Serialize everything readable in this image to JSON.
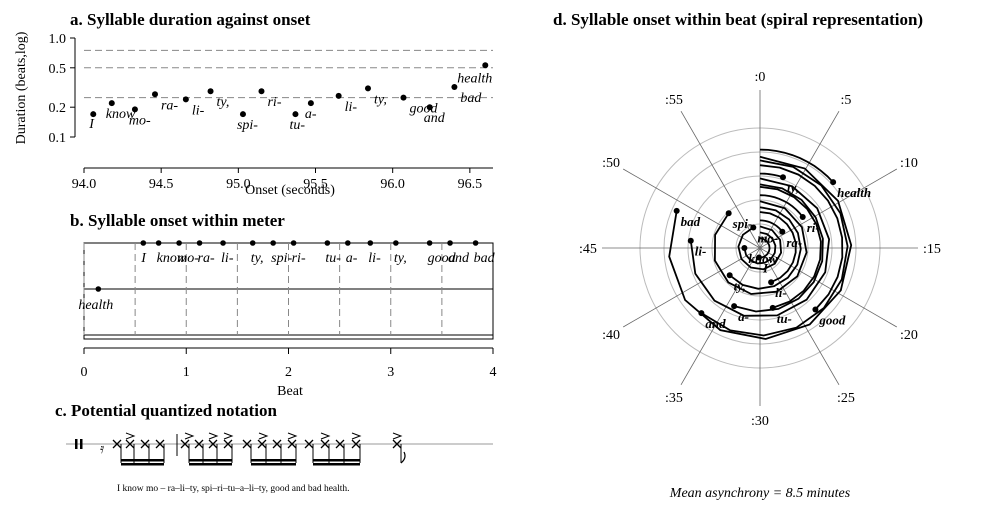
{
  "chart_data": [
    {
      "id": "a",
      "type": "scatter",
      "title": "a. Syllable duration against onset",
      "xlabel": "Onset (seconds)",
      "ylabel": "Duration (beats,log)",
      "xlim": [
        94.0,
        96.65
      ],
      "ylim": [
        0.1,
        1.0
      ],
      "yscale": "log",
      "xticks": [
        "94.0",
        "94.5",
        "95.0",
        "95.5",
        "96.0",
        "96.5"
      ],
      "yticks": [
        "0.1",
        "0.2",
        "0.5",
        "1.0"
      ],
      "reference_lines": [
        0.25,
        0.5,
        0.75
      ],
      "points": [
        {
          "label": "I",
          "x": 94.06,
          "y": 0.17
        },
        {
          "label": "know",
          "x": 94.18,
          "y": 0.22
        },
        {
          "label": "mo-",
          "x": 94.33,
          "y": 0.19
        },
        {
          "label": "ra-",
          "x": 94.46,
          "y": 0.27
        },
        {
          "label": "li-",
          "x": 94.66,
          "y": 0.24
        },
        {
          "label": "ty,",
          "x": 94.82,
          "y": 0.29
        },
        {
          "label": "spi-",
          "x": 95.03,
          "y": 0.17
        },
        {
          "label": "ri-",
          "x": 95.15,
          "y": 0.29
        },
        {
          "label": "tu-",
          "x": 95.37,
          "y": 0.17
        },
        {
          "label": "a-",
          "x": 95.47,
          "y": 0.22
        },
        {
          "label": "li-",
          "x": 95.65,
          "y": 0.26
        },
        {
          "label": "ty,",
          "x": 95.84,
          "y": 0.31
        },
        {
          "label": "good",
          "x": 96.07,
          "y": 0.25
        },
        {
          "label": "and",
          "x": 96.24,
          "y": 0.2
        },
        {
          "label": "bad",
          "x": 96.4,
          "y": 0.32
        },
        {
          "label": "health",
          "x": 96.6,
          "y": 0.53
        }
      ]
    },
    {
      "id": "b",
      "type": "scatter",
      "title": "b. Syllable onset within meter",
      "xlabel": "Beat",
      "xlim": [
        0,
        4
      ],
      "xticks": [
        "0",
        "1",
        "2",
        "3",
        "4"
      ],
      "rows": [
        {
          "points": [
            {
              "label": "I",
              "x": 0.58
            },
            {
              "label": "know",
              "x": 0.73
            },
            {
              "label": "mo-",
              "x": 0.93
            },
            {
              "label": "ra-",
              "x": 1.13
            },
            {
              "label": "li-",
              "x": 1.36
            },
            {
              "label": "ty,",
              "x": 1.65
            },
            {
              "label": "spi-",
              "x": 1.85
            },
            {
              "label": "ri-",
              "x": 2.05
            },
            {
              "label": "tu-",
              "x": 2.38
            },
            {
              "label": "a-",
              "x": 2.58
            },
            {
              "label": "li-",
              "x": 2.8
            },
            {
              "label": "ty,",
              "x": 3.05
            },
            {
              "label": "good",
              "x": 3.38
            },
            {
              "label": "and",
              "x": 3.58
            },
            {
              "label": "bad",
              "x": 3.83
            }
          ]
        },
        {
          "points": [
            {
              "label": "health",
              "x": 0.14
            }
          ]
        }
      ]
    },
    {
      "id": "d",
      "type": "scatter",
      "title": "d. Syllable onset within beat (spiral representation)",
      "clock_labels": [
        ":0",
        ":5",
        ":10",
        ":15",
        ":20",
        ":25",
        ":30",
        ":35",
        ":40",
        ":45",
        ":50",
        ":55"
      ],
      "annotation": "Mean asynchrony = 8.5 minutes",
      "points": [
        {
          "label": "I",
          "minute": 31,
          "ring": 0.4
        },
        {
          "label": "know",
          "minute": 45,
          "ring": 0.65
        },
        {
          "label": "mo-",
          "minute": 57,
          "ring": 0.9
        },
        {
          "label": "ra-",
          "minute": 9,
          "ring": 1.15
        },
        {
          "label": "li-",
          "minute": 27,
          "ring": 1.5
        },
        {
          "label": "ty,",
          "minute": 38,
          "ring": 1.7
        },
        {
          "label": "spi-",
          "minute": 53,
          "ring": 1.95
        },
        {
          "label": "ri-",
          "minute": 9,
          "ring": 2.2
        },
        {
          "label": "tu-",
          "minute": 28,
          "ring": 2.55
        },
        {
          "label": "a-",
          "minute": 34,
          "ring": 2.65
        },
        {
          "label": "li-",
          "minute": 46,
          "ring": 2.9
        },
        {
          "label": "ty,",
          "minute": 3,
          "ring": 3.1
        },
        {
          "label": "good",
          "minute": 23,
          "ring": 3.45
        },
        {
          "label": "and",
          "minute": 37,
          "ring": 3.65
        },
        {
          "label": "bad",
          "minute": 49,
          "ring": 3.8
        },
        {
          "label": "health",
          "minute": 8,
          "ring": 4.1
        }
      ]
    }
  ],
  "notation": {
    "title": "c. Potential quantized notation",
    "lyrics": "I know mo – ra–li–ty, spi–ri–tu–a–li–ty, good and bad health."
  }
}
